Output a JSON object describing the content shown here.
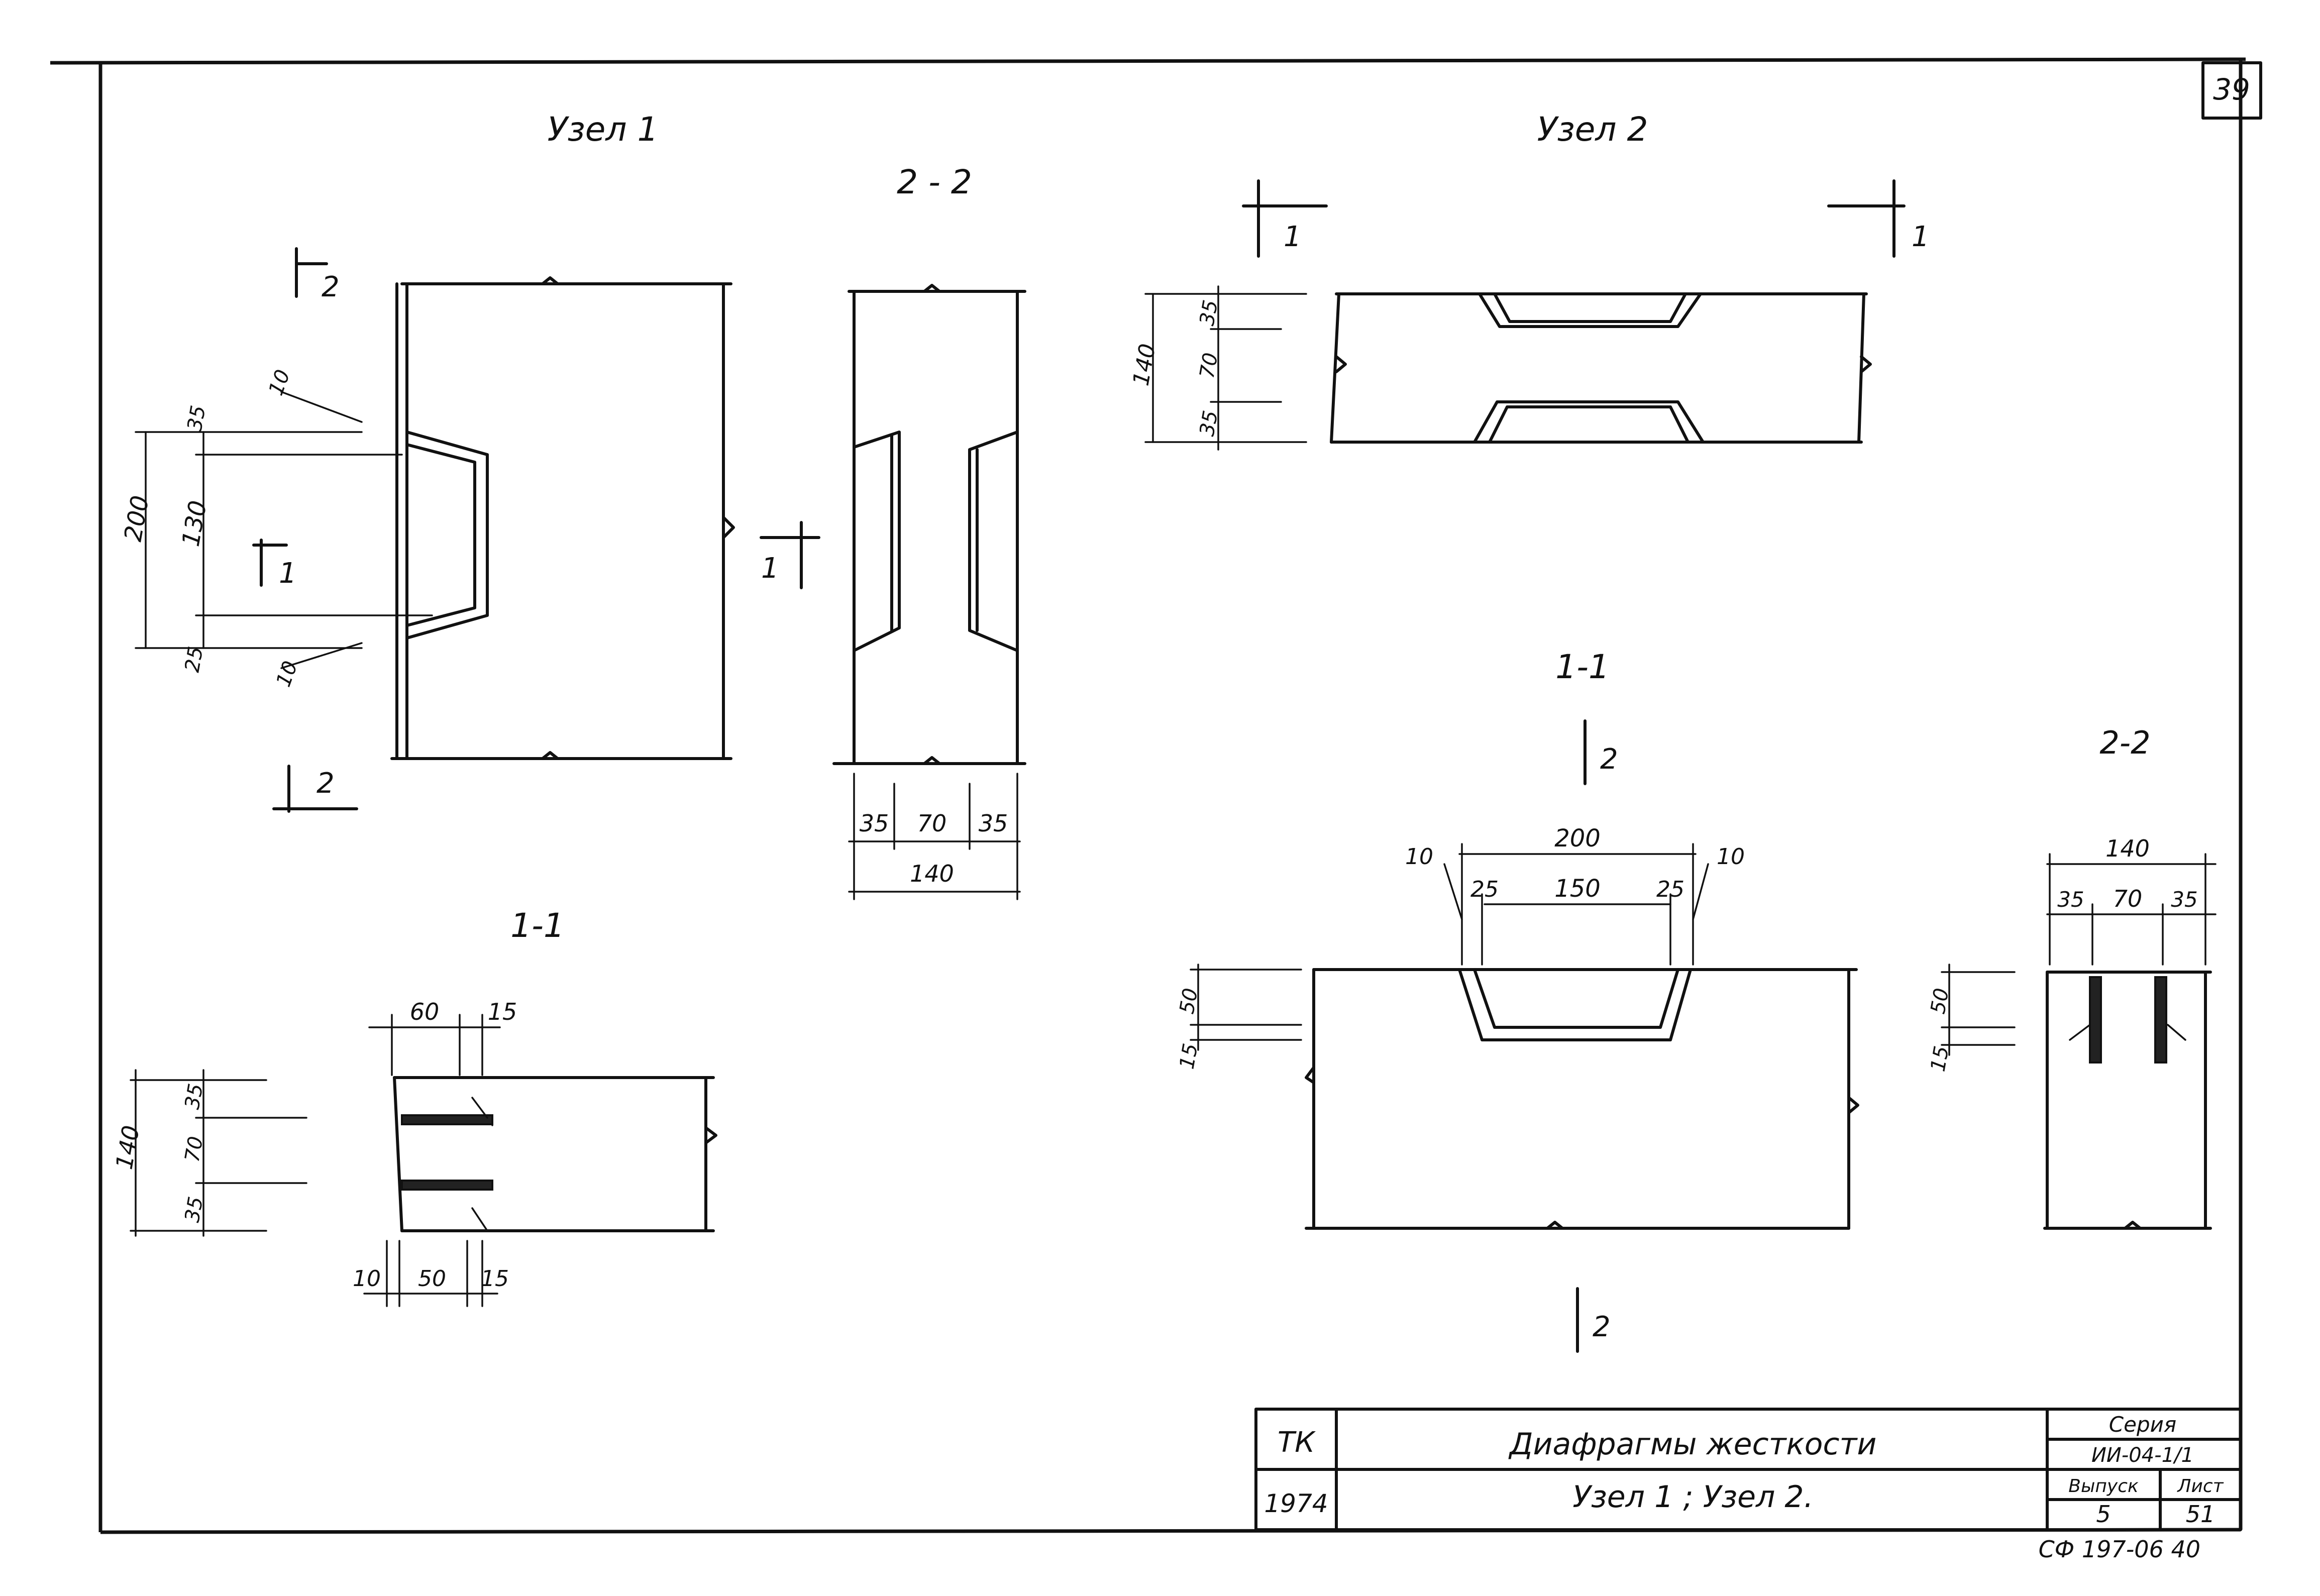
{
  "page_number": "39",
  "views": {
    "node1": {
      "title": "Узел 1",
      "cut_marks": [
        "2",
        "2",
        "1"
      ],
      "dims_vertical": [
        "200",
        "130",
        "35",
        "25",
        "10",
        "10"
      ]
    },
    "node1_section_22": {
      "title": "2 - 2",
      "cut_mark": "1",
      "dims_bottom": [
        "35",
        "70",
        "35"
      ],
      "dim_total": "140"
    },
    "node1_section_11": {
      "title": "1-1",
      "dims_top": [
        "60",
        "15"
      ],
      "dims_left": [
        "140",
        "35",
        "70",
        "35"
      ],
      "dims_bottom": [
        "10",
        "50",
        "15"
      ]
    },
    "node2": {
      "title": "Узел 2",
      "cut_marks": [
        "1",
        "1"
      ],
      "dims_left": [
        "140",
        "35",
        "70",
        "35"
      ]
    },
    "node2_section_11": {
      "title": "1-1",
      "cut_marks": [
        "2",
        "2"
      ],
      "dims_top": [
        "200",
        "10",
        "25",
        "150",
        "25",
        "10"
      ],
      "dims_left": [
        "50",
        "15"
      ]
    },
    "node2_section_22": {
      "title": "2-2",
      "dims_top": [
        "140",
        "35",
        "70",
        "35"
      ],
      "dims_left": [
        "50",
        "15"
      ]
    }
  },
  "title_block": {
    "org": "ТК",
    "year": "1974",
    "title": "Диафрагмы    жесткости",
    "subtitle": "Узел 1 ;  Узел 2.",
    "series_label": "Серия",
    "series_value": "ИИ-04-1/1",
    "issue_label": "Выпуск",
    "sheet_label": "Лист",
    "issue_value": "5",
    "sheet_value": "51",
    "footer": "СФ 197-06  40"
  }
}
